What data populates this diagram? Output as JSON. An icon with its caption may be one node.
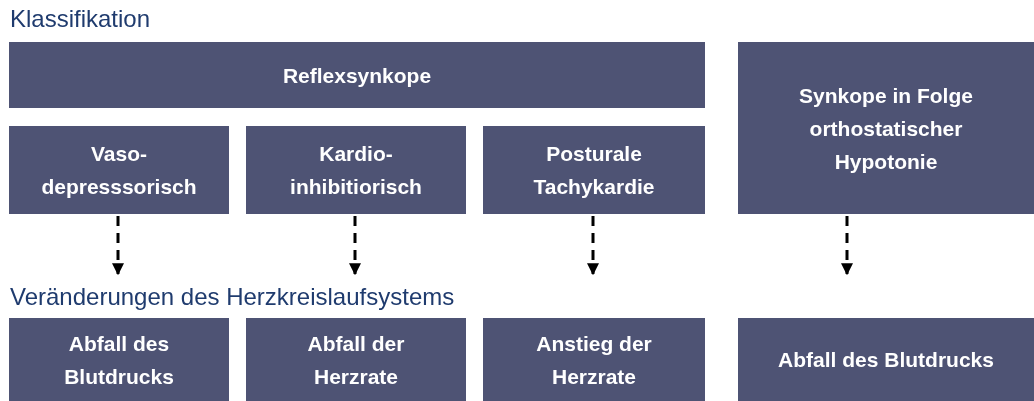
{
  "diagram": {
    "title": "Klassifikation",
    "nodes": [
      {
        "text": [
          "Reflexsynkope"
        ]
      },
      {
        "text": [
          "Vaso- depresssorisch"
        ]
      },
      {
        "text": [
          "Kardio- inhibitiorisch"
        ]
      },
      {
        "text": [
          "Posturale Tachykardie"
        ]
      },
      {
        "text": [
          "Synkope in Folge orthostatischer Hypotonie"
        ]
      },
      {
        "text": [
          "Abfall des Blutdrucks"
        ]
      },
      {
        "text": [
          "Abfall der Herzrate"
        ]
      },
      {
        "text": [
          "Anstieg der Herzrate"
        ]
      },
      {
        "text": [
          "Abfall des Blutdrucks"
        ]
      }
    ],
    "edges": [
      {
        "from": 1,
        "to": 5,
        "arrow": "to",
        "style": "dashed"
      },
      {
        "from": 2,
        "to": 6,
        "arrow": "to",
        "style": "dashed"
      },
      {
        "from": 3,
        "to": 7,
        "arrow": "to",
        "style": "dashed"
      },
      {
        "from": 4,
        "to": 8,
        "arrow": "to",
        "style": "dashed"
      }
    ],
    "labels": [
      "Veränderungen des Herzkreislaufsystems"
    ]
  }
}
